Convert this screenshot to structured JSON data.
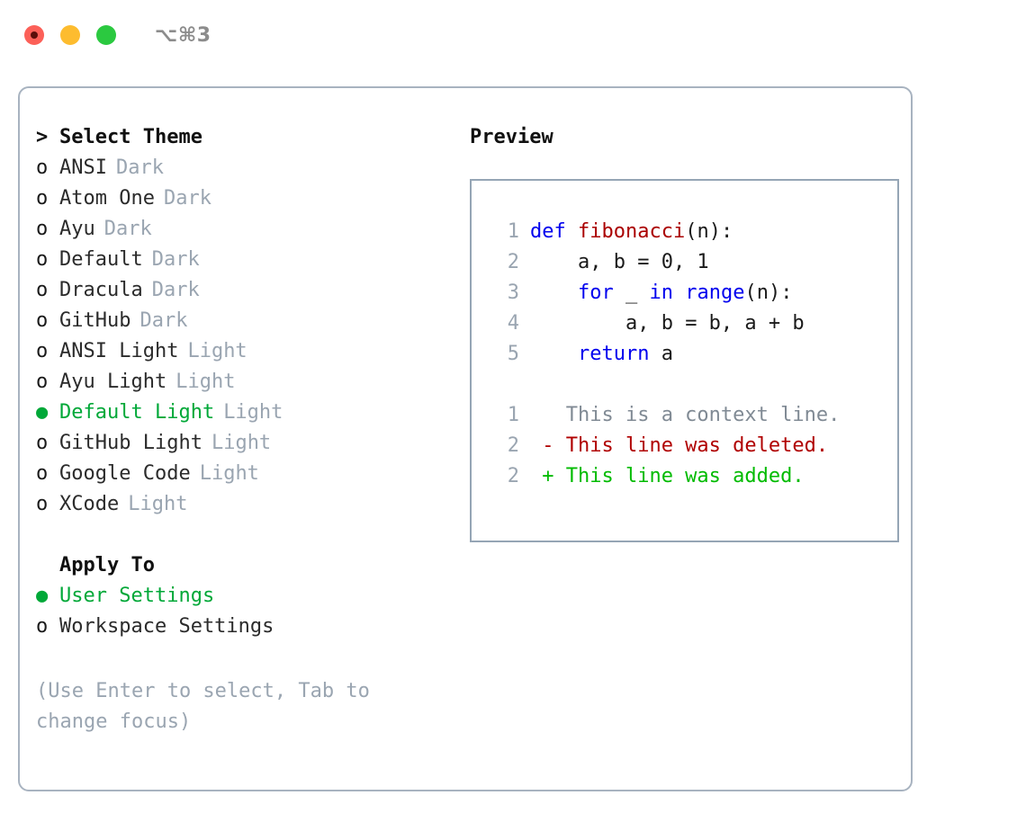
{
  "titlebar": {
    "traffic_lights": [
      {
        "name": "close",
        "color": "#fc6058"
      },
      {
        "name": "minimize",
        "color": "#fdbc2f"
      },
      {
        "name": "maximize",
        "color": "#2bc940"
      }
    ],
    "shortcut": "⌥⌘3"
  },
  "theme_picker": {
    "header_marker": ">",
    "header": "Select Theme",
    "unselected_marker": "o",
    "selected_marker": "●",
    "items": [
      {
        "label": "ANSI",
        "tag": "Dark",
        "selected": false
      },
      {
        "label": "Atom One",
        "tag": "Dark",
        "selected": false
      },
      {
        "label": "Ayu",
        "tag": "Dark",
        "selected": false
      },
      {
        "label": "Default",
        "tag": "Dark",
        "selected": false
      },
      {
        "label": "Dracula",
        "tag": "Dark",
        "selected": false
      },
      {
        "label": "GitHub",
        "tag": "Dark",
        "selected": false
      },
      {
        "label": "ANSI Light",
        "tag": "Light",
        "selected": false
      },
      {
        "label": "Ayu Light",
        "tag": "Light",
        "selected": false
      },
      {
        "label": "Default Light",
        "tag": "Light",
        "selected": true
      },
      {
        "label": "GitHub Light",
        "tag": "Light",
        "selected": false
      },
      {
        "label": "Google Code",
        "tag": "Light",
        "selected": false
      },
      {
        "label": "XCode",
        "tag": "Light",
        "selected": false
      }
    ]
  },
  "apply_to": {
    "header": "Apply To",
    "items": [
      {
        "label": "User Settings",
        "selected": true
      },
      {
        "label": "Workspace Settings",
        "selected": false
      }
    ]
  },
  "hint": "(Use Enter to select, Tab to change focus)",
  "preview": {
    "title": "Preview",
    "code_lines": [
      {
        "no": "1",
        "indent": "",
        "tokens": [
          {
            "t": "def",
            "c": "kw"
          },
          {
            "t": " ",
            "c": "plain"
          },
          {
            "t": "fibonacci",
            "c": "fn"
          },
          {
            "t": "(n):",
            "c": "plain"
          }
        ]
      },
      {
        "no": "2",
        "indent": "    ",
        "tokens": [
          {
            "t": "a, b = 0, 1",
            "c": "plain"
          }
        ]
      },
      {
        "no": "3",
        "indent": "    ",
        "tokens": [
          {
            "t": "for",
            "c": "kw"
          },
          {
            "t": " _ ",
            "c": "plain"
          },
          {
            "t": "in",
            "c": "kw"
          },
          {
            "t": " ",
            "c": "plain"
          },
          {
            "t": "range",
            "c": "kw"
          },
          {
            "t": "(n):",
            "c": "plain"
          }
        ]
      },
      {
        "no": "4",
        "indent": "        ",
        "tokens": [
          {
            "t": "a, b = b, a + b",
            "c": "plain"
          }
        ]
      },
      {
        "no": "5",
        "indent": "    ",
        "tokens": [
          {
            "t": "return",
            "c": "kw"
          },
          {
            "t": " a",
            "c": "plain"
          }
        ]
      }
    ],
    "diff_lines": [
      {
        "no": "1",
        "sign": " ",
        "text": "This is a context line.",
        "kind": "ctx"
      },
      {
        "no": "2",
        "sign": "-",
        "text": "This line was deleted.",
        "kind": "del"
      },
      {
        "no": "2",
        "sign": "+",
        "text": "This line was added.",
        "kind": "add"
      }
    ]
  },
  "colors": {
    "accent_green": "#00a838",
    "muted": "#9aa5b1",
    "keyword_blue": "#0000ee",
    "function_red": "#aa0000",
    "diff_added": "#00bb00",
    "diff_deleted": "#b00000",
    "border": "#a8b3c0"
  }
}
